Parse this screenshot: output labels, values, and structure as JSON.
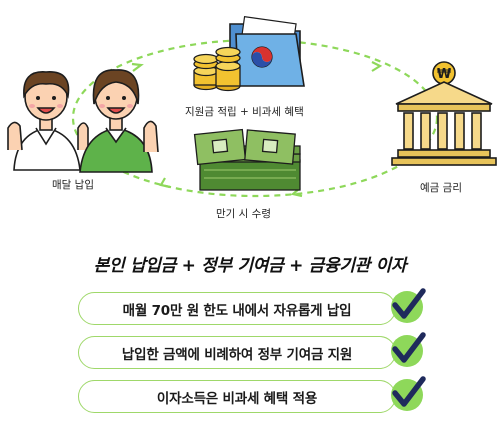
{
  "captions": {
    "monthly_payment": "매달 납입",
    "subsidy": "지원금 적립 + 비과세 혜택",
    "deposit_interest": "예금 금리",
    "maturity": "만기 시 수령"
  },
  "headline": "본인 납입금 + 정부 기여금 + 금융기관 이자",
  "benefits": [
    "매월 70만 원 한도 내에서 자유롭게 납입",
    "납입한 금액에 비례하여 정부 기여금 지원",
    "이자소득은 비과세 혜택 적용"
  ],
  "icons": {
    "bank_coin_symbol": "₩"
  },
  "colors": {
    "accent_green": "#8ed85a",
    "pill_border": "#9fd86a",
    "check_navy": "#1f2a5c",
    "money_green": "#7fae52",
    "coin_gold": "#f2c230"
  }
}
